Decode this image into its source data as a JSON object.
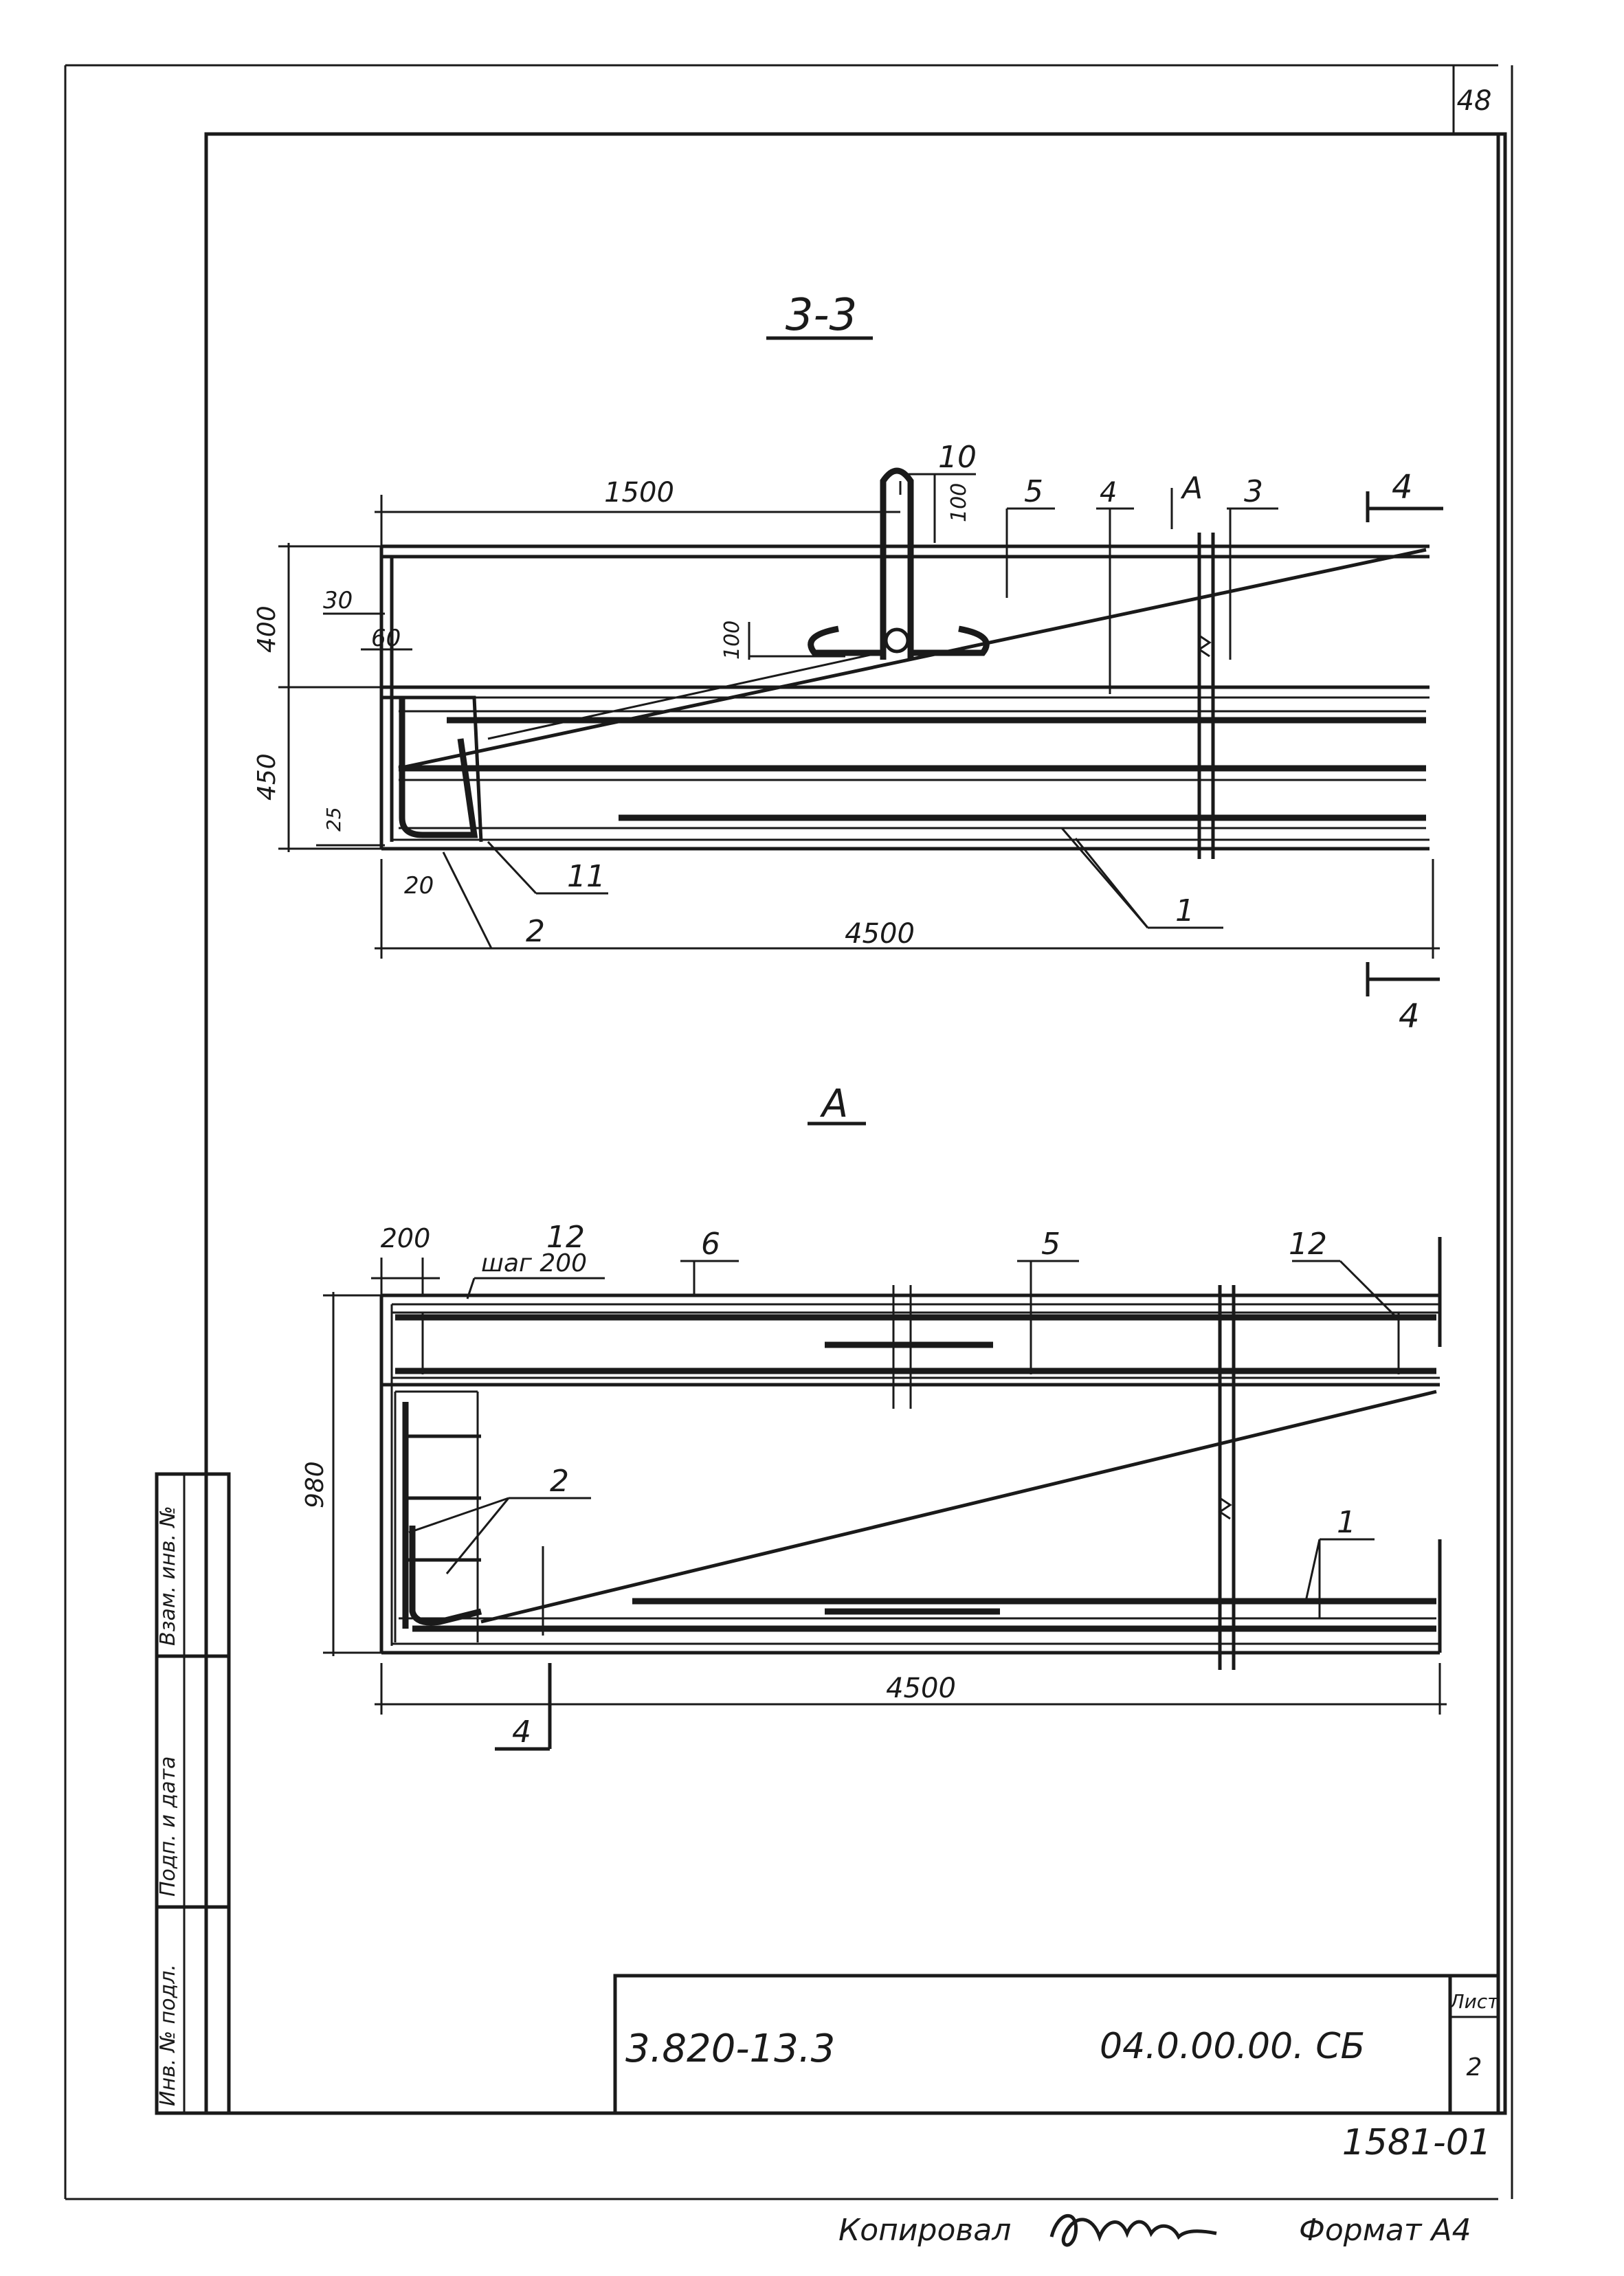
{
  "sheet": {
    "page_number": "48",
    "footer_number": "1581-01",
    "copied_label": "Копировал",
    "format_label": "Формат А4"
  },
  "side_stamp": {
    "col1": "Взам. инв. №",
    "col2": "Подп. и дата",
    "col3": "Инв. № подл."
  },
  "title_block": {
    "designation": "3.820-13.3",
    "code": "04.0.00.00. СБ",
    "sheet_label": "Лист",
    "sheet_value": "2"
  },
  "section_33": {
    "title": "3-3",
    "dims": {
      "len_1500": "1500",
      "d100_top": "100",
      "d100_mid": "100",
      "h400": "400",
      "h30": "30",
      "h60": "60",
      "h450": "450",
      "h25": "25",
      "w20": "20",
      "len_4500": "4500"
    },
    "labels": {
      "p10": "10",
      "p5": "5",
      "p4": "4",
      "pA": "А",
      "p3": "3",
      "cut4_top": "4",
      "cut4_bottom": "4",
      "p2": "2",
      "p11": "11",
      "p1": "1"
    }
  },
  "view_a": {
    "title": "А",
    "dims": {
      "w200": "200",
      "step": "шаг 200",
      "h980": "980",
      "len_4500": "4500"
    },
    "labels": {
      "p12_left": "12",
      "p6": "6",
      "p5": "5",
      "p12_right": "12",
      "p2": "2",
      "p1": "1",
      "p4": "4"
    }
  }
}
